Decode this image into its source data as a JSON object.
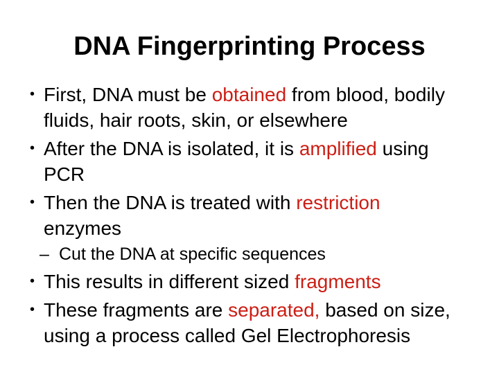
{
  "slide": {
    "background_color": "#ffffff",
    "text_color": "#000000",
    "accent_color": "#cc1e14",
    "title": "DNA Fingerprinting Process",
    "bullets": [
      {
        "level": 1,
        "marker": "•",
        "segments": [
          {
            "text": "First, DNA must be "
          },
          {
            "text": "obtained",
            "emphasis": true
          },
          {
            "text": " from blood, bodily\nfluids, hair roots, skin, or elsewhere"
          }
        ]
      },
      {
        "level": 1,
        "marker": "•",
        "segments": [
          {
            "text": "After the DNA is isolated, it is "
          },
          {
            "text": "amplified",
            "emphasis": true
          },
          {
            "text": " using\nPCR"
          }
        ]
      },
      {
        "level": 1,
        "marker": "•",
        "segments": [
          {
            "text": "Then the DNA is treated with "
          },
          {
            "text": "restriction",
            "emphasis": true
          },
          {
            "text": "\nenzymes"
          }
        ]
      },
      {
        "level": 2,
        "marker": "–",
        "segments": [
          {
            "text": "Cut the DNA at specific sequences"
          }
        ]
      },
      {
        "level": 1,
        "marker": "•",
        "segments": [
          {
            "text": "This results in different sized "
          },
          {
            "text": "fragments",
            "emphasis": true
          }
        ]
      },
      {
        "level": 1,
        "marker": "•",
        "segments": [
          {
            "text": "These fragments are "
          },
          {
            "text": "separated,",
            "emphasis": true
          },
          {
            "text": " based on size,\nusing a process called Gel Electrophoresis"
          }
        ]
      }
    ]
  }
}
